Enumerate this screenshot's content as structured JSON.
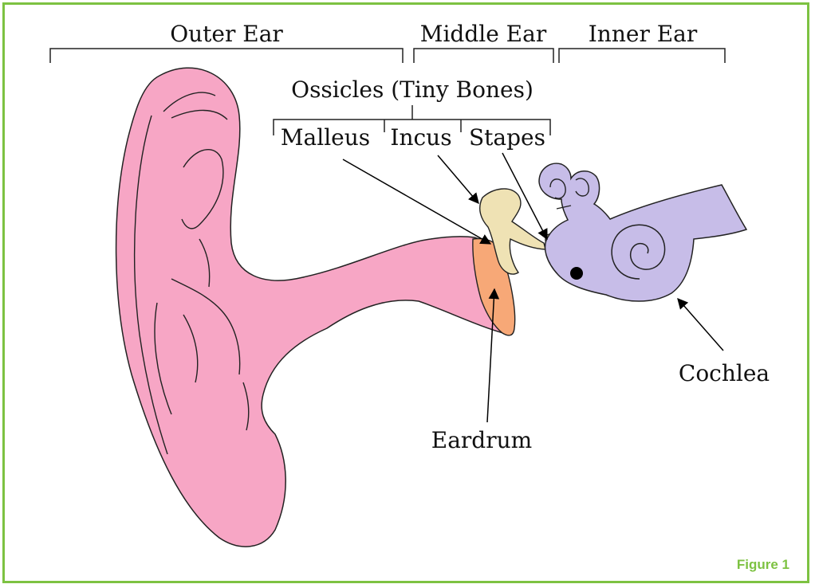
{
  "colors": {
    "border": "#7dc242",
    "outer_ear": "#f7a6c5",
    "eardrum": "#f7a877",
    "ossicles": "#efe2b4",
    "inner_ear": "#c7bde8",
    "caption": "#7dc242"
  },
  "labels": {
    "outer_ear": "Outer Ear",
    "middle_ear": "Middle Ear",
    "inner_ear": "Inner Ear",
    "ossicles": "Ossicles (Tiny Bones)",
    "malleus": "Malleus",
    "incus": "Incus",
    "stapes": "Stapes",
    "eardrum": "Eardrum",
    "cochlea": "Cochlea"
  },
  "caption": "Figure 1"
}
